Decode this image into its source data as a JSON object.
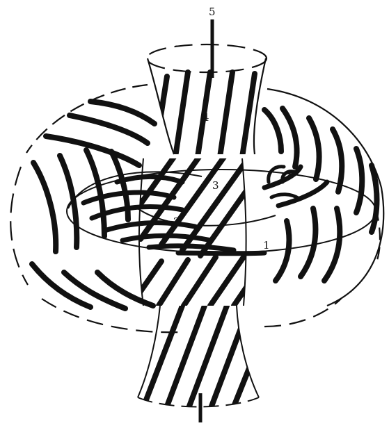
{
  "figure": {
    "labels": [
      "1",
      "2",
      "3",
      "4",
      "5"
    ],
    "ink_color": "#111111",
    "paper_color": "#ffffff"
  }
}
